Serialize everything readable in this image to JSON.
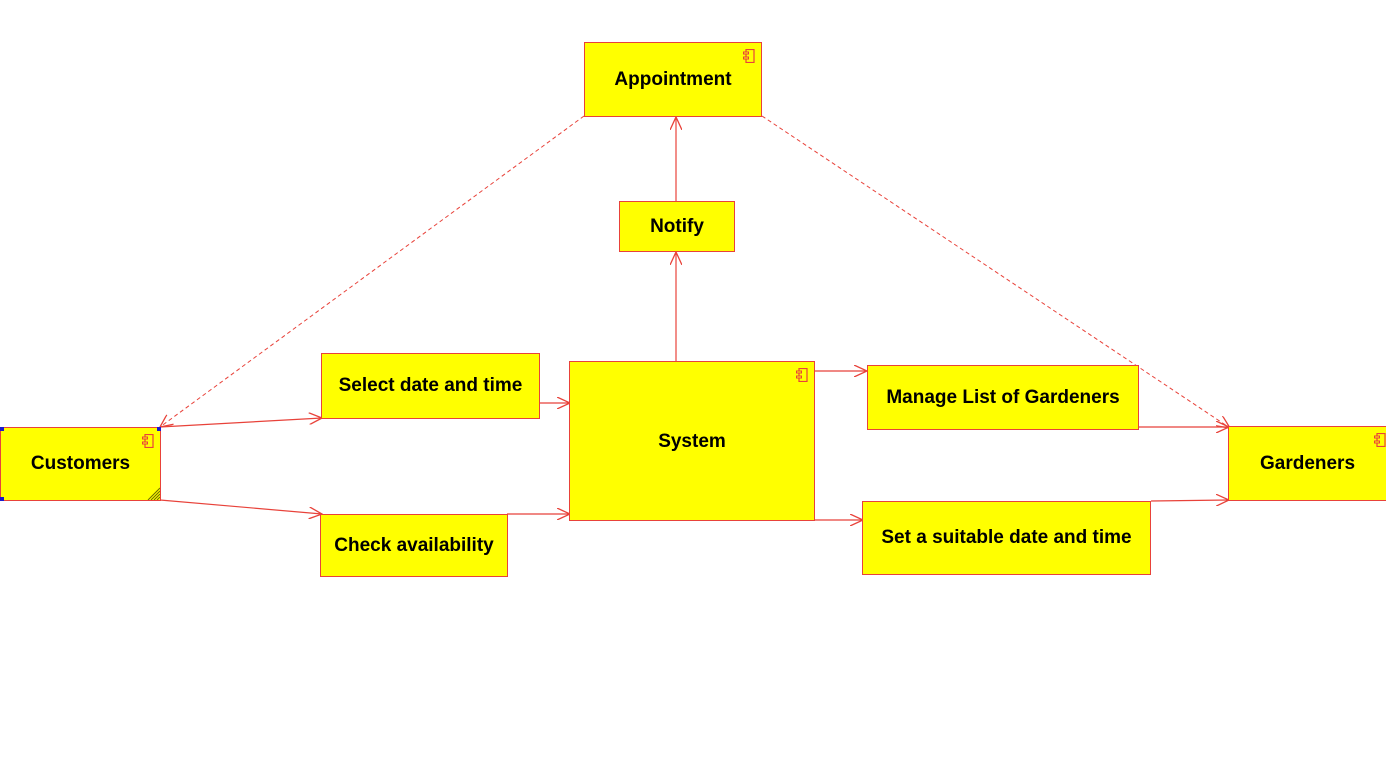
{
  "diagram": {
    "nodes": {
      "appointment": "Appointment",
      "notify": "Notify",
      "customers": "Customers",
      "select_date_time": "Select date and time",
      "check_availability": "Check availability",
      "system": "System",
      "manage_list": "Manage List of Gardeners",
      "set_suitable": "Set a suitable date and time",
      "gardeners": "Gardeners"
    }
  },
  "colors": {
    "node_fill": "#ffff00",
    "line": "#e8423a",
    "selection_handle": "#1a1acc"
  },
  "icons": {
    "component": "component-icon"
  }
}
